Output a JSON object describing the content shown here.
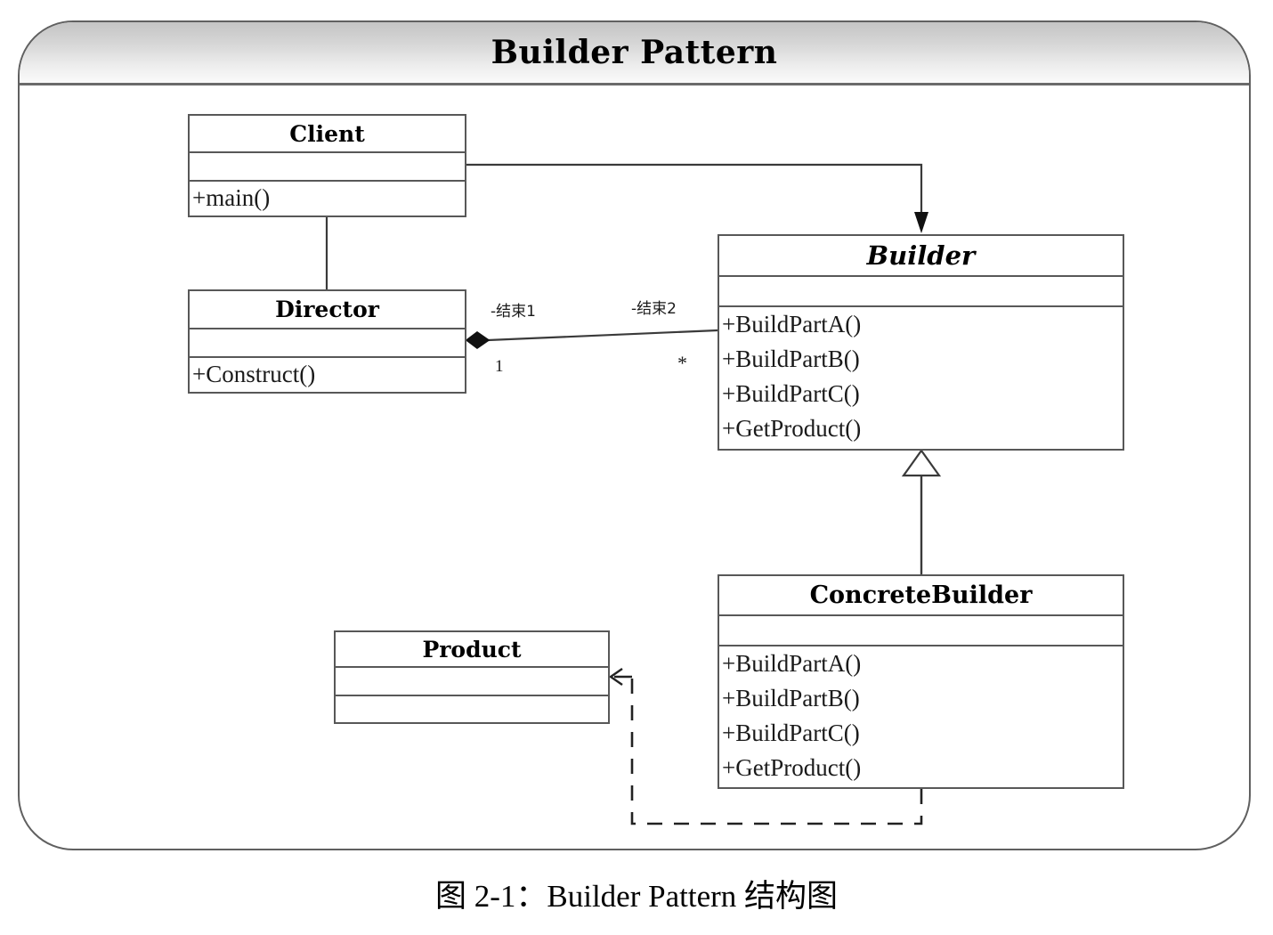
{
  "frame": {
    "title": "Builder Pattern"
  },
  "caption": {
    "text": "图 2-1：Builder Pattern 结构图"
  },
  "classes": [
    {
      "id": "client",
      "name": "Client",
      "abstract": false,
      "attributes": [],
      "operations": [
        "+main()"
      ]
    },
    {
      "id": "director",
      "name": "Director",
      "abstract": false,
      "attributes": [],
      "operations": [
        "+Construct()"
      ]
    },
    {
      "id": "builder",
      "name": "Builder",
      "abstract": true,
      "attributes": [],
      "operations": [
        "+BuildPartA()",
        "+BuildPartB()",
        "+BuildPartC()",
        "+GetProduct()"
      ]
    },
    {
      "id": "concreteBuilder",
      "name": "ConcreteBuilder",
      "abstract": false,
      "attributes": [],
      "operations": [
        "+BuildPartA()",
        "+BuildPartB()",
        "+BuildPartC()",
        "+GetProduct()"
      ]
    },
    {
      "id": "product",
      "name": "Product",
      "abstract": false,
      "attributes": [],
      "operations": []
    }
  ],
  "relations": {
    "client_to_builder": {
      "type": "directed-association",
      "from": "Client",
      "to": "Builder"
    },
    "client_to_director": {
      "type": "association",
      "from": "Client",
      "to": "Director"
    },
    "director_to_builder": {
      "type": "composition",
      "from": "Director",
      "to": "Builder",
      "source_role": "-结束1",
      "target_role": "-结束2",
      "source_multiplicity": "1",
      "target_multiplicity": "*"
    },
    "concrete_to_builder": {
      "type": "generalization",
      "from": "ConcreteBuilder",
      "to": "Builder"
    },
    "concrete_to_product": {
      "type": "dependency",
      "from": "ConcreteBuilder",
      "to": "Product"
    }
  },
  "colors": {
    "line": "#585858",
    "frame_border": "#606060",
    "header_top": "#c4c4c4",
    "header_bottom": "#fafafa",
    "text": "#000000",
    "background": "#ffffff"
  }
}
